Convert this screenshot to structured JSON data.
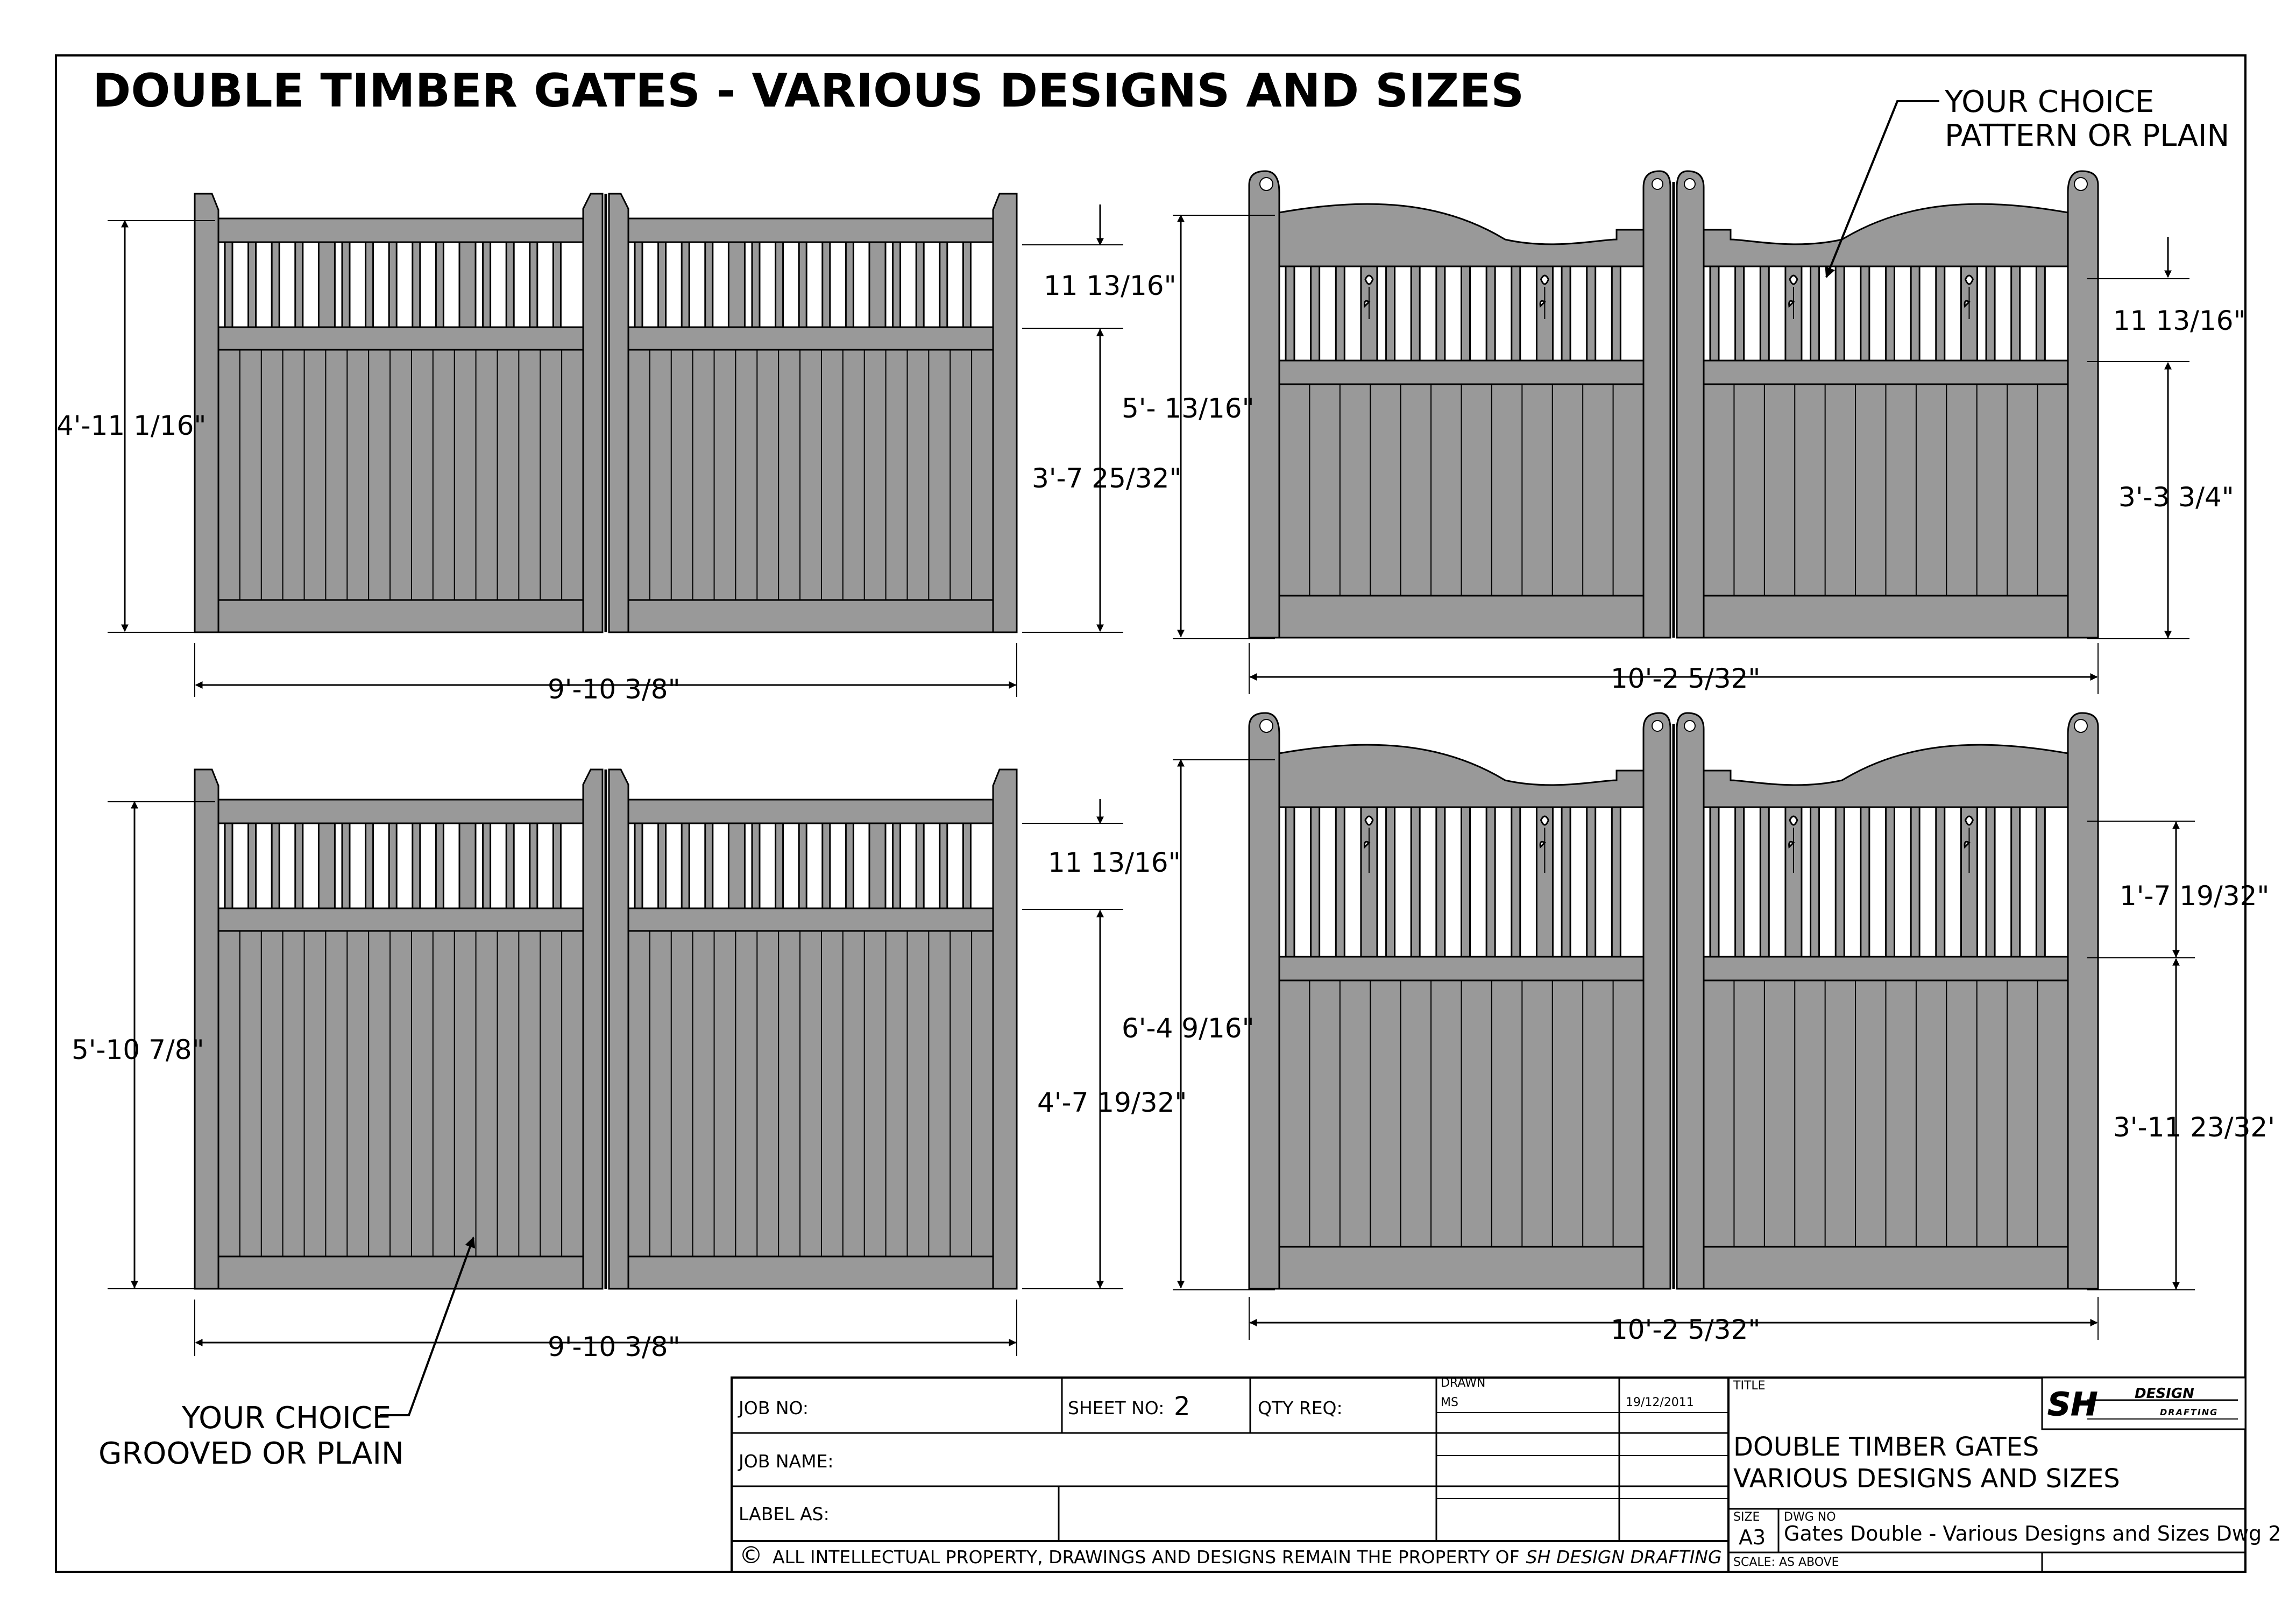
{
  "title": "DOUBLE TIMBER GATES - VARIOUS DESIGNS AND SIZES",
  "callouts": {
    "pattern_line1": "YOUR CHOICE",
    "pattern_line2": "PATTERN OR PLAIN",
    "grooved_line1": "YOUR CHOICE",
    "grooved_line2": "GROOVED OR PLAIN"
  },
  "gates": [
    {
      "id": "top-left",
      "design": "flat-top",
      "overall_height": "4'-11 1/16\"",
      "top_section_height": "11 13/16\"",
      "lower_section_height": "3'-7 25/32\"",
      "width": "9'-10 3/8\""
    },
    {
      "id": "top-right",
      "design": "scalloped-top",
      "overall_height": "5'- 13/16\"",
      "top_section_height": "11 13/16\"",
      "lower_section_height": "3'-3 3/4\"",
      "width": "10'-2 5/32\""
    },
    {
      "id": "bottom-left",
      "design": "flat-top",
      "overall_height": "5'-10 7/8\"",
      "top_section_height": "11 13/16\"",
      "lower_section_height": "4'-7 19/32\"",
      "width": "9'-10 3/8\""
    },
    {
      "id": "bottom-right",
      "design": "scalloped-top",
      "overall_height": "6'-4 9/16\"",
      "top_section_height": "1'-7 19/32\"",
      "lower_section_height": "3'-11 23/32'",
      "width": "10'-2 5/32\""
    }
  ],
  "title_block": {
    "job_no_label": "JOB NO:",
    "sheet_no_label": "SHEET NO:",
    "sheet_no_value": "2",
    "qty_req_label": "QTY REQ:",
    "drawn_label": "DRAWN",
    "drawn_by": "MS",
    "date": "19/12/2011",
    "job_name_label": "JOB NAME:",
    "label_as_label": "LABEL AS:",
    "title_label": "TITLE",
    "title_line1": "DOUBLE TIMBER GATES",
    "title_line2": "VARIOUS DESIGNS AND SIZES",
    "size_label": "SIZE",
    "size_value": "A3",
    "dwg_no_label": "DWG NO",
    "dwg_no_value": "Gates Double - Various Designs and Sizes Dwg 2",
    "scale": "SCALE: AS ABOVE",
    "copyright_symbol": "©",
    "copyright_text": "ALL INTELLECTUAL PROPERTY, DRAWINGS AND DESIGNS REMAIN THE PROPERTY OF",
    "copyright_owner": "SH DESIGN DRAFTING"
  },
  "logo": {
    "initials": "SH",
    "word1": "DESIGN",
    "word2": "DRAFTING"
  },
  "colors": {
    "timber": "#999999",
    "line": "#000000",
    "background": "#ffffff"
  }
}
